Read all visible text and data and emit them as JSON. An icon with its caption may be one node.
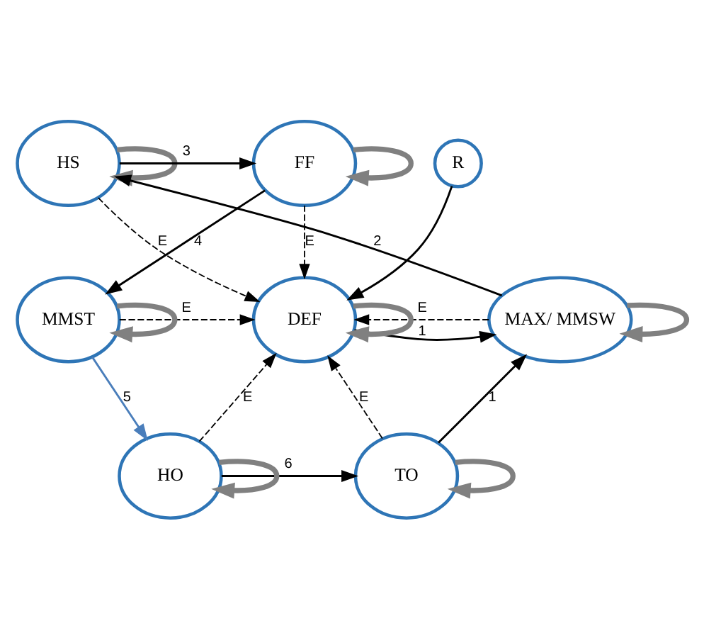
{
  "diagram": {
    "nodes": [
      {
        "text": [
          "HS"
        ]
      },
      {
        "text": [
          "FF"
        ]
      },
      {
        "text": [
          "MAX/ MMSW"
        ]
      },
      {
        "text": [
          "DEF"
        ]
      },
      {
        "text": [
          "MMST"
        ]
      },
      {
        "text": [
          "R"
        ]
      },
      {
        "text": [
          "TO"
        ]
      },
      {
        "text": [
          "HO"
        ]
      }
    ],
    "edges": [
      {
        "from": 0,
        "to": 1,
        "arrow": "to",
        "label": "3"
      },
      {
        "from": 1,
        "to": 4,
        "arrow": "to",
        "label": "4"
      },
      {
        "from": 4,
        "to": 7,
        "arrow": "to",
        "label": "5",
        "color": "#4a7ebb"
      },
      {
        "from": 7,
        "to": 6,
        "arrow": "to",
        "label": "6"
      },
      {
        "from": 6,
        "to": 2,
        "arrow": "to",
        "label": "1"
      },
      {
        "from": 2,
        "to": 0,
        "arrow": "to",
        "label": "2"
      },
      {
        "from": 3,
        "to": 2,
        "arrow": "to",
        "label": "1"
      },
      {
        "from": 2,
        "to": 3,
        "arrow": "to",
        "label": "E",
        "style": "dashed"
      },
      {
        "from": 0,
        "to": 3,
        "arrow": "to",
        "label": "E",
        "style": "dashed"
      },
      {
        "from": 1,
        "to": 3,
        "arrow": "to",
        "label": "E",
        "style": "dashed"
      },
      {
        "from": 4,
        "to": 3,
        "arrow": "to",
        "label": "E",
        "style": "dashed"
      },
      {
        "from": 6,
        "to": 3,
        "arrow": "to",
        "label": "E",
        "style": "dashed"
      },
      {
        "from": 7,
        "to": 3,
        "arrow": "to",
        "label": "E",
        "style": "dashed"
      },
      {
        "from": 5,
        "to": 3,
        "arrow": "to"
      },
      {
        "from": 0,
        "to": 0,
        "arrow": "to",
        "style": "thick",
        "color": "#808080"
      },
      {
        "from": 1,
        "to": 1,
        "arrow": "to",
        "style": "thick",
        "color": "#808080"
      },
      {
        "from": 2,
        "to": 2,
        "arrow": "to",
        "style": "thick",
        "color": "#808080"
      },
      {
        "from": 3,
        "to": 3,
        "arrow": "to",
        "style": "thick",
        "color": "#808080"
      },
      {
        "from": 4,
        "to": 4,
        "arrow": "to",
        "style": "thick",
        "color": "#808080"
      },
      {
        "from": 6,
        "to": 6,
        "arrow": "to",
        "style": "thick",
        "color": "#808080"
      },
      {
        "from": 7,
        "to": 7,
        "arrow": "to",
        "style": "thick",
        "color": "#808080"
      }
    ]
  }
}
